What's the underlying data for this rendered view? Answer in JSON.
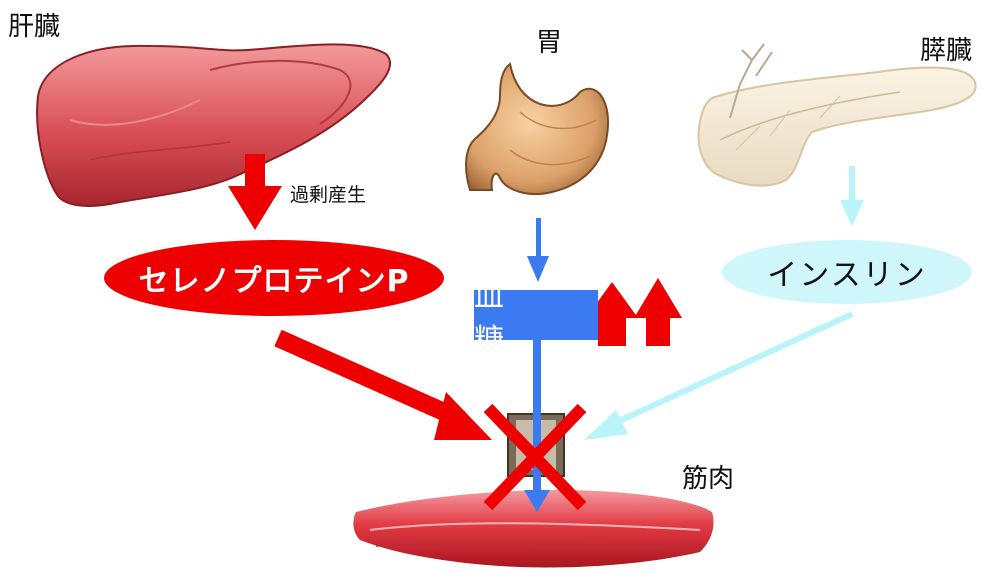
{
  "organs": {
    "liver": "肝臓",
    "stomach": "胃",
    "pancreas": "膵臓",
    "muscle": "筋肉"
  },
  "flow": {
    "excess_production": "過剰産生",
    "selenoprotein": "セレノプロテインP",
    "blood_sugar": "血　糖",
    "insulin": "インスリン"
  },
  "colors": {
    "red": "#ee0000",
    "blue": "#3b7af0",
    "light_cyan": "#cff7fb",
    "cyan_arrow": "#b8f4fa"
  },
  "icons": {
    "blood_sugar_increase": "double-up-arrow-icon",
    "blocked": "red-x-icon"
  }
}
